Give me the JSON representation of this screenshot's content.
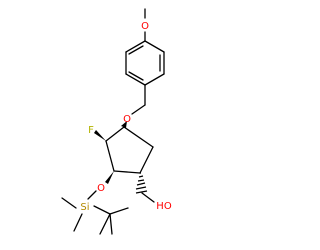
{
  "molecule": {
    "atom_labels": {
      "methoxy_oxygen": "O",
      "benzyl_ether_oxygen": "O",
      "fluorine": "F",
      "silyl_ether_oxygen": "O",
      "silicon": "Si",
      "hydroxyl": "HO"
    }
  },
  "colors": {
    "background": "#ffffff",
    "bond": "#000000",
    "oxygen": "#ff0000",
    "fluorine": "#b3b300",
    "silicon": "#b38a00",
    "carbon": "#000000"
  }
}
